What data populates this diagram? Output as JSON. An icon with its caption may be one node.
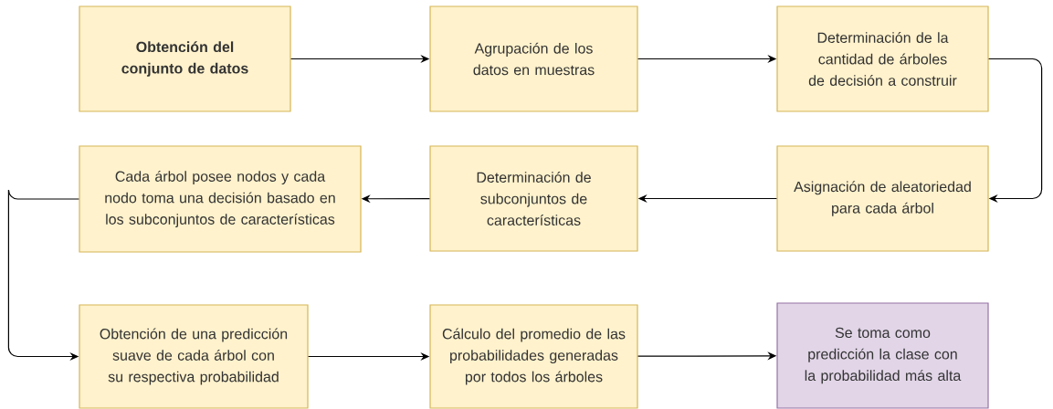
{
  "diagram": {
    "nodes": [
      {
        "text": [
          "Obtención del conjunto de datos"
        ]
      },
      {
        "text": [
          "Agrupación de los datos en muestras"
        ]
      },
      {
        "text": [
          "Determinación de la cantidad de árboles de decisión a construir"
        ]
      },
      {
        "text": [
          "Cada árbol posee nodos y cada nodo toma una decisión basado en los subconjuntos de características"
        ]
      },
      {
        "text": [
          "Determinación de subconjuntos de características"
        ]
      },
      {
        "text": [
          "Asignación de aleatoriedad para cada árbol"
        ]
      },
      {
        "text": [
          "Obtención de una predicción suave de cada árbol con su respectiva probabilidad"
        ]
      },
      {
        "text": [
          "Cálculo del promedio de las probabilidades generadas por todos los árboles"
        ]
      },
      {
        "text": [
          "Se toma como predicción la clase con la probabilidad más alta"
        ]
      }
    ],
    "edges": [
      {
        "from": 0,
        "to": 1,
        "arrow": "to"
      },
      {
        "from": 1,
        "to": 2,
        "arrow": "to"
      },
      {
        "from": 2,
        "to": 5,
        "arrow": "to"
      },
      {
        "from": 5,
        "to": 4,
        "arrow": "to"
      },
      {
        "from": 4,
        "to": 3,
        "arrow": "to"
      },
      {
        "from": 3,
        "to": 6,
        "arrow": "to"
      },
      {
        "from": 6,
        "to": 7,
        "arrow": "to"
      },
      {
        "from": 7,
        "to": 8,
        "arrow": "to"
      }
    ]
  }
}
